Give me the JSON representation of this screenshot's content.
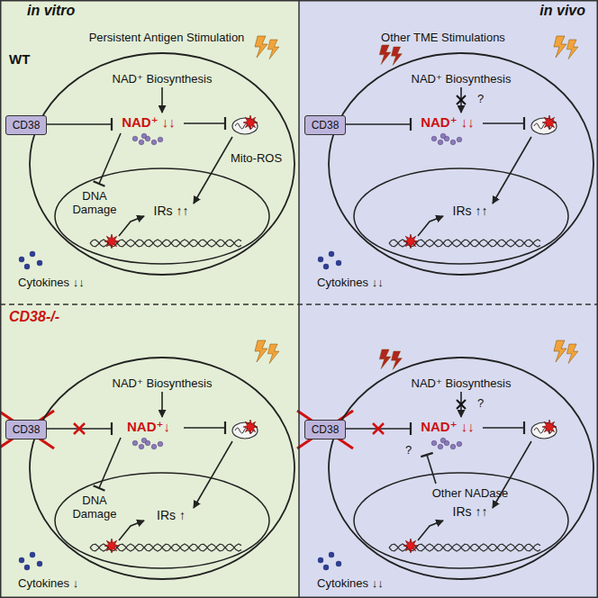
{
  "diagram": {
    "nodes": [
      {
        "text": [
          "in vitro",
          "Persistent Antigen Stimulation",
          "WT",
          "Cytokines ↓↓"
        ]
      },
      {
        "text": [
          "NAD⁺ Biosynthesis",
          "NAD⁺ ↓↓",
          "Mito-ROS"
        ],
        "in": 0
      },
      {
        "text": [
          "CD38"
        ],
        "in": 0
      },
      {
        "text": [
          "DNA Damage",
          "IRs ↑↑"
        ],
        "in": 1
      },
      {
        "text": [
          "in vivo",
          "Other TME Stimulations",
          "Cytokines ↓↓"
        ]
      },
      {
        "text": [
          "NAD⁺ Biosynthesis",
          "?",
          "NAD⁺ ↓↓"
        ],
        "in": 4
      },
      {
        "text": [
          "CD38"
        ],
        "in": 4
      },
      {
        "text": [
          "IRs ↑↑"
        ],
        "in": 5
      },
      {
        "text": [
          "CD38-/-",
          "Cytokines ↓"
        ]
      },
      {
        "text": [
          "NAD⁺ Biosynthesis",
          "NAD⁺↓"
        ],
        "in": 8
      },
      {
        "text": [
          "CD38"
        ],
        "in": 8
      },
      {
        "text": [
          "DNA Damage",
          "IRs ↑"
        ],
        "in": 9
      },
      {
        "text": [
          "Cytokines ↓↓"
        ]
      },
      {
        "text": [
          "NAD⁺ Biosynthesis",
          "?",
          "NAD⁺ ↓↓",
          "?"
        ],
        "in": 12
      },
      {
        "text": [
          "CD38"
        ],
        "in": 12
      },
      {
        "text": [
          "Other NADase",
          "IRs ↑↑"
        ],
        "in": 13
      }
    ]
  }
}
